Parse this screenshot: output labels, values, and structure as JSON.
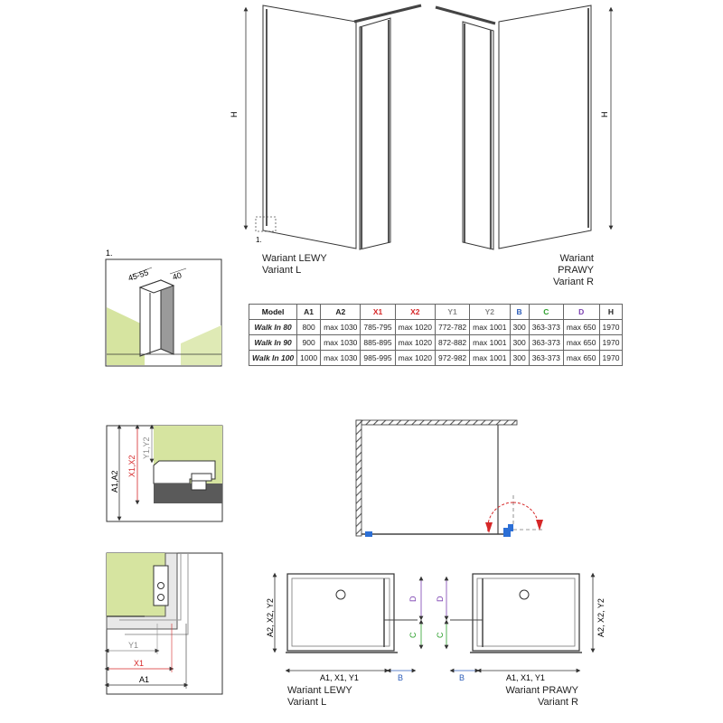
{
  "colors": {
    "line": "#3a3a3a",
    "glass": "#bfbfbf",
    "wall": "#d6e4a0",
    "floor": "#dfeab5",
    "dark": "#4a4a4a",
    "x": "#d62728",
    "y": "#8a8a8a",
    "b": "#2b5cb8",
    "c": "#2ca02c",
    "d": "#7a3fb0",
    "blue": "#2c6fd6",
    "arrow": "#d62728"
  },
  "elevation": {
    "h_label": "H",
    "detail_ref": "1.",
    "left_caption": [
      "Wariant LEWY",
      "Variant L"
    ],
    "right_caption": [
      "Wariant PRAWY",
      "Variant R"
    ]
  },
  "detail1": {
    "ref": "1.",
    "dim_a": "45-55",
    "dim_b": "40"
  },
  "table": {
    "headers": [
      {
        "text": "Model",
        "color": "#111111"
      },
      {
        "text": "A1",
        "color": "#222222"
      },
      {
        "text": "A2",
        "color": "#222222"
      },
      {
        "text": "X1",
        "color": "#d62728"
      },
      {
        "text": "X2",
        "color": "#d62728"
      },
      {
        "text": "Y1",
        "color": "#8a8a8a"
      },
      {
        "text": "Y2",
        "color": "#8a8a8a"
      },
      {
        "text": "B",
        "color": "#2b5cb8"
      },
      {
        "text": "C",
        "color": "#2ca02c"
      },
      {
        "text": "D",
        "color": "#7a3fb0"
      },
      {
        "text": "H",
        "color": "#222222"
      }
    ],
    "rows": [
      [
        "Walk In 80",
        "800",
        "max 1030",
        "785-795",
        "max 1020",
        "772-782",
        "max 1001",
        "300",
        "363-373",
        "max 650",
        "1970"
      ],
      [
        "Walk In 90",
        "900",
        "max 1030",
        "885-895",
        "max 1020",
        "872-882",
        "max 1001",
        "300",
        "363-373",
        "max 650",
        "1970"
      ],
      [
        "Walk In 100",
        "1000",
        "max 1030",
        "985-995",
        "max 1020",
        "972-982",
        "max 1001",
        "300",
        "363-373",
        "max 650",
        "1970"
      ]
    ]
  },
  "side_section": {
    "a_label": "A1,A2",
    "x_label": "X1,X2",
    "y_label": "Y1,Y2"
  },
  "plan_detail": {
    "y_label": "Y1",
    "x_label": "X1",
    "a_label": "A1"
  },
  "plans": {
    "left": {
      "a_vert": "A2, X2, Y2",
      "bottom_a": "A1, X1, Y1",
      "b": "B",
      "c": "C",
      "d": "D",
      "caption": [
        "Wariant LEWY",
        "Variant L"
      ]
    },
    "right": {
      "a_vert": "A2, X2, Y2",
      "bottom_a": "A1, X1, Y1",
      "b": "B",
      "c": "C",
      "d": "D",
      "caption": [
        "Wariant PRAWY",
        "Variant R"
      ]
    }
  }
}
